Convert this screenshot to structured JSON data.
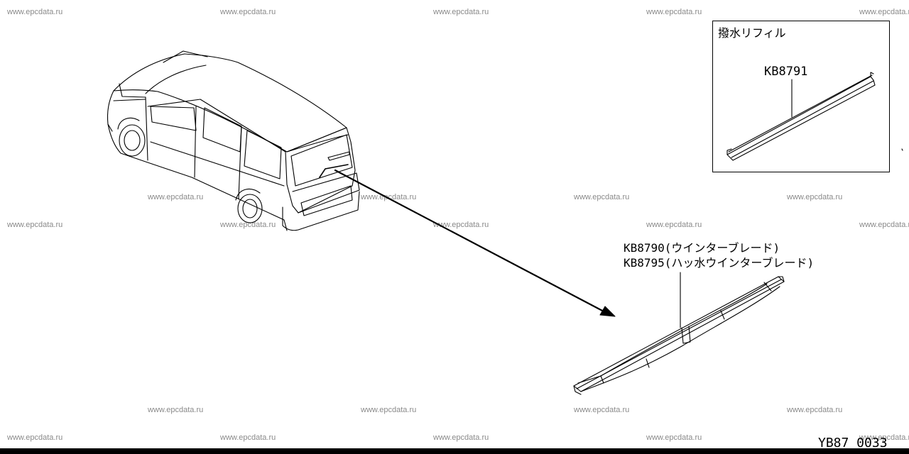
{
  "watermark": "www.epcdata.ru",
  "refill_title": "撥水リフィル",
  "refill_part": "KB8791",
  "blade_parts": [
    "KB8790(ウインターブレード)",
    "KB8795(ハッ水ウインターブレード)"
  ],
  "diagram_code": "YB87 0033"
}
